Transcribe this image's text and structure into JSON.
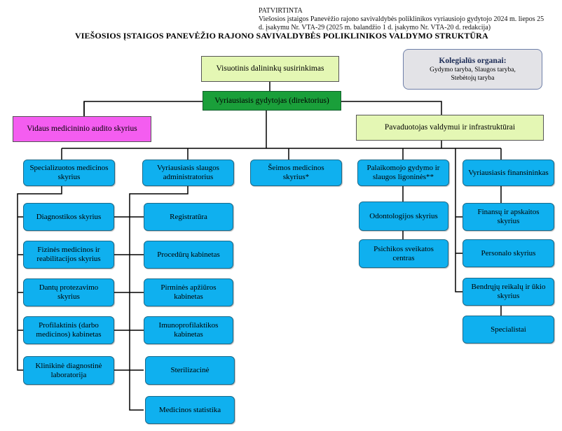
{
  "header": {
    "approved": "PATVIRTINTA",
    "line1": "Viešosios įstaigos Panevėžio rajono savivaldybės poliklinikos vyriausiojo gydytojo 2024 m. liepos 25",
    "line2": "d. įsakymu Nr. VTA-29 (2025 m. balandžio 1 d. įsakymo Nr. VTA-20 d. redakcija)"
  },
  "title": "VIEŠOSIOS ĮSTAIGOS PANEVĖŽIO RAJONO SAVIVALDYBĖS POLIKLINIKOS VALDYMO STRUKTŪRA",
  "collegial": {
    "heading": "Kolegialūs organai:",
    "line1": "Gydymo taryba, Slaugos taryba,",
    "line2": "Stebėtojų taryba"
  },
  "top": {
    "meeting": "Visuotinis dalininkų susirinkimas",
    "director": "Vyriausiasis gydytojas (direktorius)",
    "audit": "Vidaus medicininio audito skyrius",
    "deputy": "Pavaduotojas valdymui ir infrastruktūrai"
  },
  "level2": {
    "specialized": "Specializuotos medicinos skyrius",
    "nursing_admin": "Vyriausiasis slaugos administratorius",
    "family": "Šeimos medicinos skyrius*",
    "supportive": "Palaikomojo gydymo ir slaugos ligoninės**",
    "finance_chief": "Vyriausiasis finansininkas"
  },
  "specialized_units": [
    "Diagnostikos skyrius",
    "Fizinės medicinos ir reabilitacijos skyrius",
    "Dantų protezavimo skyrius",
    "Profilaktinis (darbo medicinos) kabinetas",
    "Klinikinė diagnostinė laboratorija"
  ],
  "nursing_units": [
    "Registratūra",
    "Procedūrų kabinetas",
    "Pirminės apžiūros kabinetas",
    "Imunoprofilaktikos kabinetas",
    "Sterilizacinė",
    "Medicinos statistika"
  ],
  "middle_units": [
    "Odontologijos skyrius",
    "Psichikos sveikatos centras"
  ],
  "deputy_units": [
    "Finansų ir apskaitos skyrius",
    "Personalo skyrius",
    "Bendrųjų reikalų ir ūkio skyrius",
    "Specialistai"
  ],
  "colors": {
    "blue": "#0fb0ef",
    "lime": "#e4f7b4",
    "green": "#1a9f3a",
    "magenta": "#f45df0",
    "gray": "#e3e3e7"
  }
}
